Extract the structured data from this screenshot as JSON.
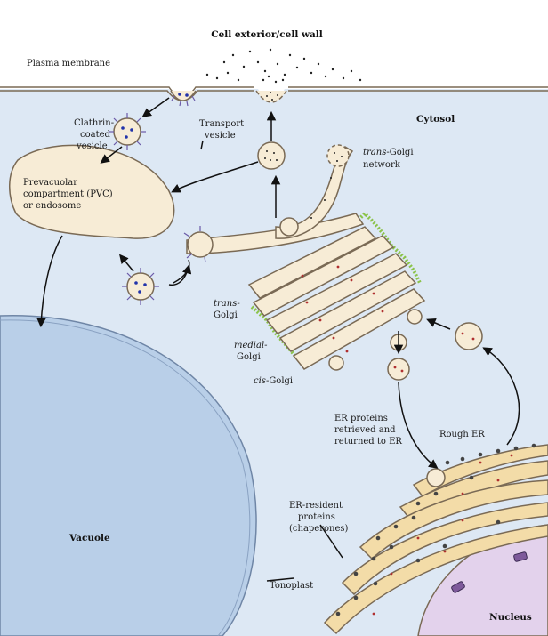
{
  "labels": {
    "cell_exterior": "Cell exterior/cell wall",
    "plasma_membrane": "Plasma membrane",
    "cytosol": "Cytosol",
    "clathrin_1": "Clathrin-",
    "clathrin_2": "coated",
    "clathrin_3": "vesicle",
    "transport_1": "Transport",
    "transport_2": "vesicle",
    "trans_golgi_net_1_italic": "trans",
    "trans_golgi_net_1_rest": "-Golgi",
    "trans_golgi_net_2": "network",
    "pvc_1": "Prevacuolar",
    "pvc_2": "compartment (PVC)",
    "pvc_3": "or endosome",
    "trans_1": "trans-",
    "trans_2": "Golgi",
    "medial_1": "medial-",
    "medial_2": "Golgi",
    "cis_italic": "cis",
    "cis_rest": "-Golgi",
    "er_ret_1": "ER proteins",
    "er_ret_2": "retrieved and",
    "er_ret_3": "returned to ER",
    "rough_er": "Rough ER",
    "vacuole": "Vacuole",
    "er_resident_1": "ER-resident",
    "er_resident_2": "proteins",
    "er_resident_3": "(chaperones)",
    "tonoplast": "Tonoplast",
    "nucleus": "Nucleus"
  },
  "colors": {
    "cytosol": "#dde8f4",
    "vacuole": "#b9cfe8",
    "organelle_fill": "#f7ecd6",
    "membrane": "#7a6a55",
    "golgi_coat": "#8bc34a",
    "clathrin_spike": "#6a5aa8",
    "cargo": "#2233aa",
    "er_fill": "#f3dca8",
    "nucleus": "#e3d2ec"
  }
}
